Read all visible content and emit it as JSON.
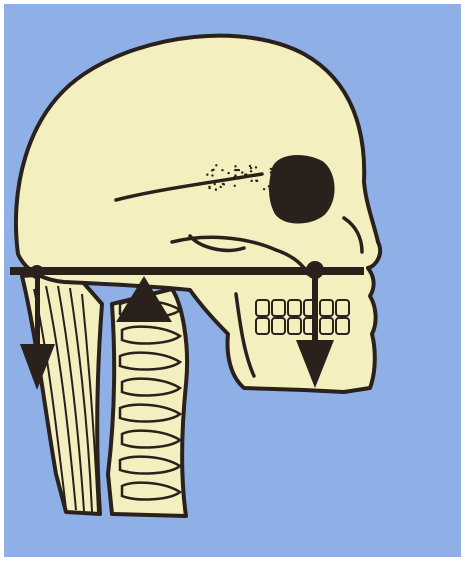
{
  "figure": {
    "background_color": "#8fb0e6",
    "bone_color": "#f3efbf",
    "ink_color": "#2a211c"
  },
  "parts": {
    "skull": "skull",
    "spine": "cervical-spine",
    "neck": "neck-muscles",
    "lever_bar": "horizontal-lever-bar",
    "fulcrum": "fulcrum-triangle",
    "force_back": "downward-force-arrow-back",
    "force_front": "downward-force-arrow-front"
  }
}
